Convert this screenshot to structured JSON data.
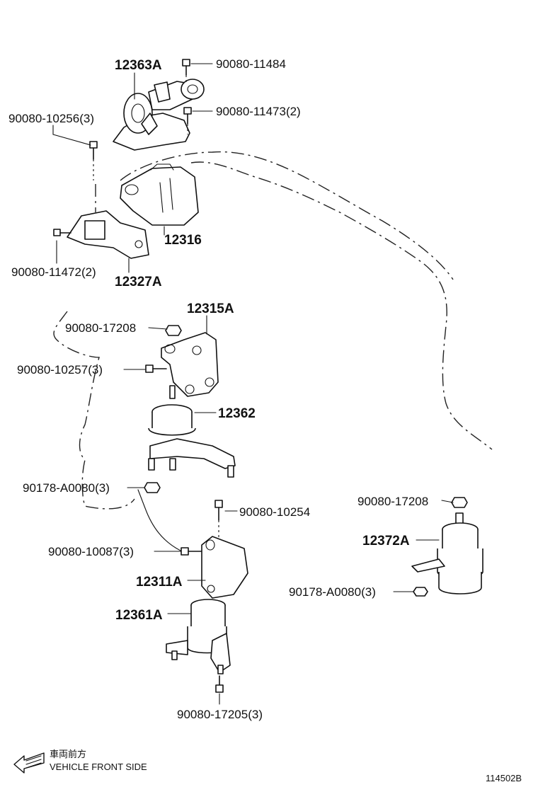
{
  "labels": {
    "p12363A": "12363A",
    "p90080_11484": "90080-11484",
    "p90080_11473": "90080-11473(2)",
    "p90080_10256": "90080-10256(3)",
    "p12316": "12316",
    "p90080_11472": "90080-11472(2)",
    "p12327A": "12327A",
    "p12315A": "12315A",
    "p90080_17208a": "90080-17208",
    "p90080_10257": "90080-10257(3)",
    "p12362": "12362",
    "p90178_A0080a": "90178-A0080(3)",
    "p90080_10254": "90080-10254",
    "p90080_10087": "90080-10087(3)",
    "p12311A": "12311A",
    "p12361A": "12361A",
    "p90080_17205": "90080-17205(3)",
    "p90080_17208b": "90080-17208",
    "p12372A": "12372A",
    "p90178_A0080b": "90178-A0080(3)"
  },
  "legend": {
    "japanese": "車両前方",
    "english": "VEHICLE FRONT SIDE"
  },
  "figure_id": "114502B",
  "icons": {
    "front_arrow": "arrow-left-icon"
  }
}
